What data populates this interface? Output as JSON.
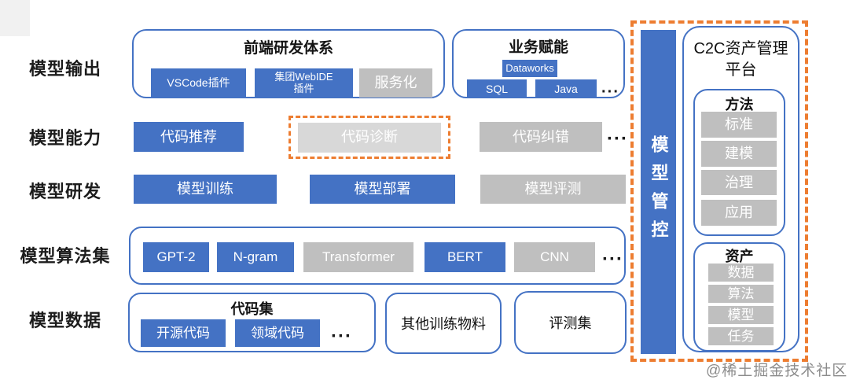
{
  "colors": {
    "accent_blue": "#4472C4",
    "gray_chip": "#BFBFBF",
    "light_gray_chip": "#D8D8D8",
    "highlight_orange": "#ED7D31",
    "watermark_gray": "#8C8C8C"
  },
  "rows": {
    "output_label": "模型输出",
    "capability_label": "模型能力",
    "rnd_label": "模型研发",
    "algorithms_label": "模型算法集",
    "data_label": "模型数据"
  },
  "output": {
    "frontend": {
      "title": "前端研发体系",
      "items": [
        {
          "label": "VSCode插件",
          "variant": "blue"
        },
        {
          "label_lines": [
            "集团WebIDE",
            "插件"
          ],
          "variant": "blue"
        },
        {
          "label": "服务化",
          "variant": "gray"
        }
      ]
    },
    "business": {
      "title": "业务赋能",
      "items": [
        {
          "label": "Dataworks",
          "variant": "blue"
        },
        {
          "label": "SQL",
          "variant": "blue"
        },
        {
          "label": "Java",
          "variant": "blue"
        }
      ],
      "more": "···"
    }
  },
  "capability": {
    "items": [
      {
        "label": "代码推荐",
        "variant": "blue",
        "highlighted": false
      },
      {
        "label": "代码诊断",
        "variant": "light-gray",
        "highlighted": true
      },
      {
        "label": "代码纠错",
        "variant": "gray",
        "highlighted": false
      }
    ],
    "more": "···"
  },
  "rnd": {
    "items": [
      {
        "label": "模型训练",
        "variant": "blue"
      },
      {
        "label": "模型部署",
        "variant": "blue"
      },
      {
        "label": "模型评测",
        "variant": "gray"
      }
    ]
  },
  "algorithms": {
    "items": [
      {
        "label": "GPT-2",
        "variant": "blue"
      },
      {
        "label": "N-gram",
        "variant": "blue"
      },
      {
        "label": "Transformer",
        "variant": "gray"
      },
      {
        "label": "BERT",
        "variant": "blue"
      },
      {
        "label": "CNN",
        "variant": "gray"
      }
    ],
    "more": "···"
  },
  "data_row": {
    "codeset": {
      "title": "代码集",
      "items": [
        {
          "label": "开源代码",
          "variant": "blue"
        },
        {
          "label": "领域代码",
          "variant": "blue"
        }
      ],
      "more": "···"
    },
    "other_label": "其他训练物料",
    "eval_label": "评测集"
  },
  "governance": {
    "bar_label": "模型管控",
    "platform": {
      "title_lines": [
        "C2C资产管理",
        "平台"
      ],
      "method": {
        "title": "方法",
        "items": [
          "标准",
          "建模",
          "治理",
          "应用"
        ]
      },
      "asset": {
        "title": "资产",
        "items": [
          "数据",
          "算法",
          "模型",
          "任务"
        ]
      }
    }
  },
  "watermark": "@稀土掘金技术社区"
}
